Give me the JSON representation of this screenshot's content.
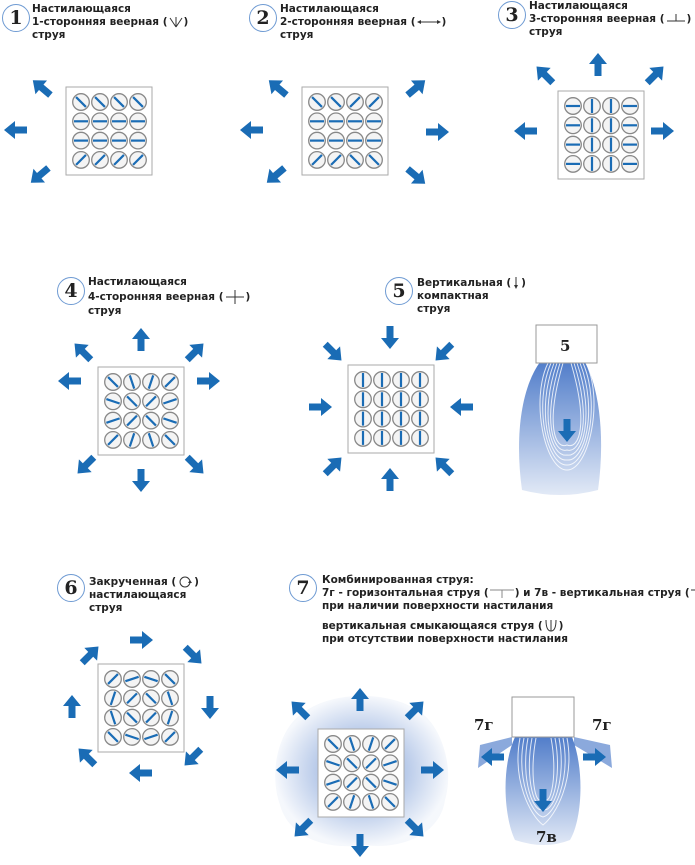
{
  "colors": {
    "arrow": "#1a6cb5",
    "circle_border": "#6f9bd3",
    "plume": "#3e6fc4"
  },
  "panels": [
    {
      "num": "1",
      "lines": [
        "Настилающаяся",
        "1-сторонняя веерная (",
        "струя"
      ],
      "icon": "fan-1-icon",
      "close": ")"
    },
    {
      "num": "2",
      "lines": [
        "Настилающаяся",
        "2-сторонняя веерная (",
        "струя"
      ],
      "icon": "fan-2-icon",
      "close": ")"
    },
    {
      "num": "3",
      "lines": [
        "Настилающаяся",
        "3-сторонняя веерная (",
        "струя"
      ],
      "icon": "fan-3-icon",
      "close": ")"
    },
    {
      "num": "4",
      "lines": [
        "Настилающаяся",
        "4-сторонняя веерная (",
        "струя"
      ],
      "icon": "fan-4-icon",
      "close": ")"
    },
    {
      "num": "5",
      "lines": [
        "Вертикальная (",
        "компактная",
        "струя"
      ],
      "icon": "down-arrow-icon",
      "close": ")"
    },
    {
      "num": "6",
      "lines": [
        "Закрученная (",
        "настилающаяся",
        "струя"
      ],
      "icon": "swirl-icon",
      "close": ")"
    },
    {
      "num": "7",
      "lines": [
        "Комбинированная струя:",
        "7г - горизонтальная струя (",
        ") и 7в - вертикальная струя (",
        "при наличии поверхности настилания",
        "вертикальная смыкающаяся струя (",
        "при отсутствии поверхности настилания"
      ],
      "close": ")"
    }
  ],
  "side_labels": {
    "p5": "5",
    "h_left": "7г",
    "h_right": "7г",
    "vertical": "7в"
  }
}
